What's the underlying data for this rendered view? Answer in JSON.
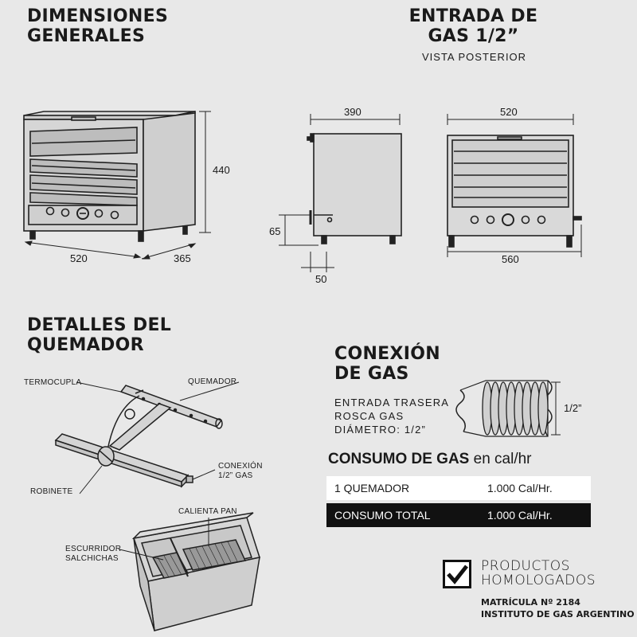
{
  "general": {
    "title_line1": "DIMENSIONES",
    "title_line2": "GENERALES",
    "dim_height": "440",
    "dim_width": "520",
    "dim_depth": "365"
  },
  "gas_inlet": {
    "title_line1": "ENTRADA DE",
    "title_line2": "GAS 1/2”",
    "subtitle": "VISTA POSTERIOR",
    "dim_side_top": "390",
    "dim_side_65": "65",
    "dim_side_50": "50",
    "dim_back_top": "520",
    "dim_back_bottom": "560"
  },
  "burner": {
    "title_line1": "DETALLES DEL",
    "title_line2": "QUEMADOR",
    "label_thermocouple": "TERMOCUPLA",
    "label_burner": "QUEMADOR",
    "label_connection_line1": "CONEXIÓN",
    "label_connection_line2": "1/2” GAS",
    "label_valve": "ROBINETE",
    "label_bun_warmer": "CALIENTA PAN",
    "label_drainer_line1": "ESCURRIDOR",
    "label_drainer_line2": "SALCHICHAS"
  },
  "gas_connection": {
    "title_line1": "CONEXIÓN",
    "title_line2": "DE GAS",
    "text_line1": "ENTRADA TRASERA",
    "text_line2": "ROSCA GAS",
    "text_line3": "DIÁMETRO: 1/2”",
    "dim_label": "1/2”"
  },
  "consumption": {
    "title_bold": "CONSUMO DE GAS",
    "title_light": " en cal/hr",
    "rows": [
      {
        "label": "1 QUEMADOR",
        "value": "1.000 Cal/Hr."
      },
      {
        "label": "CONSUMO TOTAL",
        "value": "1.000 Cal/Hr."
      }
    ]
  },
  "certification": {
    "title_line1": "PRODUCTOS",
    "title_line2": "HOMOLOGADOS",
    "line3": "MATRÍCULA Nº 2184",
    "line4": "INSTITUTO DE GAS ARGENTINO",
    "icon": "checkmark-icon"
  }
}
